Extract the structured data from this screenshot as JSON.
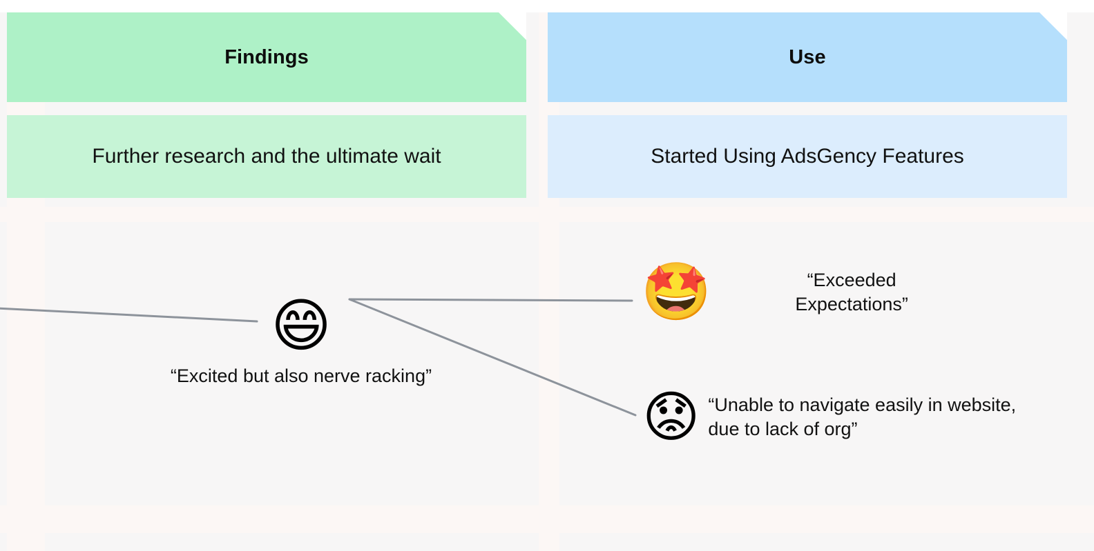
{
  "board": {
    "background_color": "#f7f6f6",
    "band_color": "#fcf7f5"
  },
  "columns": [
    {
      "id": "findings",
      "header": {
        "label": "Findings",
        "color": "#aef1c7"
      },
      "subheader": {
        "label": "Further research and the ultimate wait",
        "color": "#c6f4d6"
      }
    },
    {
      "id": "use",
      "header": {
        "label": "Use",
        "color": "#b5dffc"
      },
      "subheader": {
        "label": "Started Using AdsGency Features",
        "color": "#dcedfd"
      }
    }
  ],
  "nodes": {
    "left": {
      "emoji": "😄",
      "emoji_name": "grinning-face-with-smiling-eyes",
      "quote": "“Excited but also nerve racking”"
    },
    "right_top": {
      "emoji": "🤩",
      "emoji_name": "star-struck-face",
      "quote": "“Exceeded Expectations”"
    },
    "right_bottom": {
      "emoji": "😟",
      "emoji_name": "worried-face",
      "quote": "“Unable to navigate easily in website, due to lack of org”"
    }
  },
  "connectors": {
    "color": "#8d939b",
    "width": 3
  }
}
